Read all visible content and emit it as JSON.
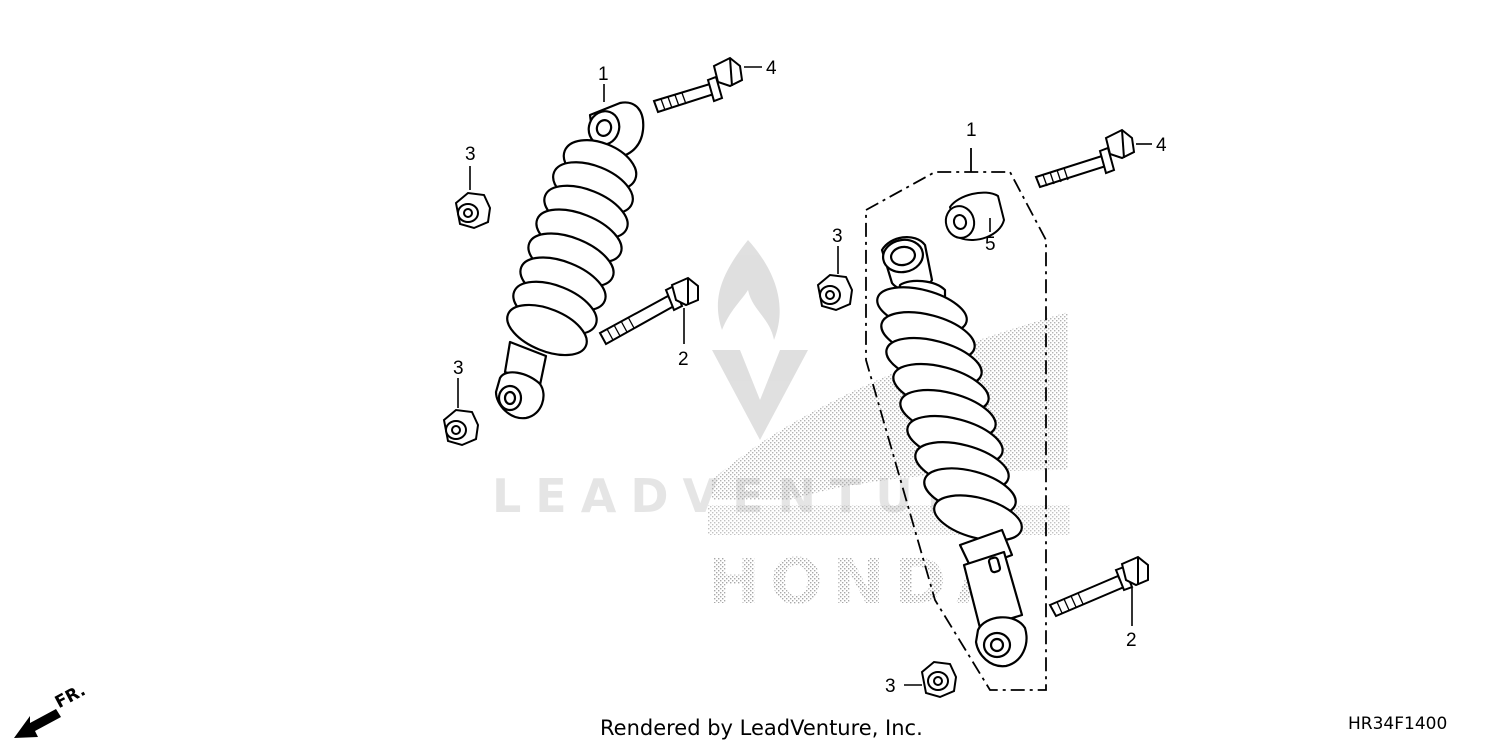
{
  "diagram": {
    "callouts": {
      "left_top_shock": "1",
      "left_top_bolt": "4",
      "left_upper_nut": "3",
      "left_lower_nut": "3",
      "left_lower_bolt": "2",
      "right_shock": "1",
      "right_top_bolt": "4",
      "right_upper_nut": "3",
      "right_bushing": "5",
      "right_lower_bolt": "2",
      "right_lower_nut": "3"
    },
    "direction_label": "FR.",
    "parts": [
      {
        "name": "shock-absorber",
        "callout": "1"
      },
      {
        "name": "flange-bolt-lower",
        "callout": "2"
      },
      {
        "name": "flange-nut",
        "callout": "3"
      },
      {
        "name": "flange-bolt-upper",
        "callout": "4"
      },
      {
        "name": "bushing",
        "callout": "5"
      }
    ]
  },
  "footer": {
    "rendered_by": "Rendered by LeadVenture, Inc.",
    "diagram_code": "HR34F1400"
  },
  "watermark": {
    "brand_word": "LEADVENTURE",
    "oem_word": "HONDA",
    "colors": {
      "watermark": "#e4e4e4",
      "line": "#000000"
    }
  }
}
